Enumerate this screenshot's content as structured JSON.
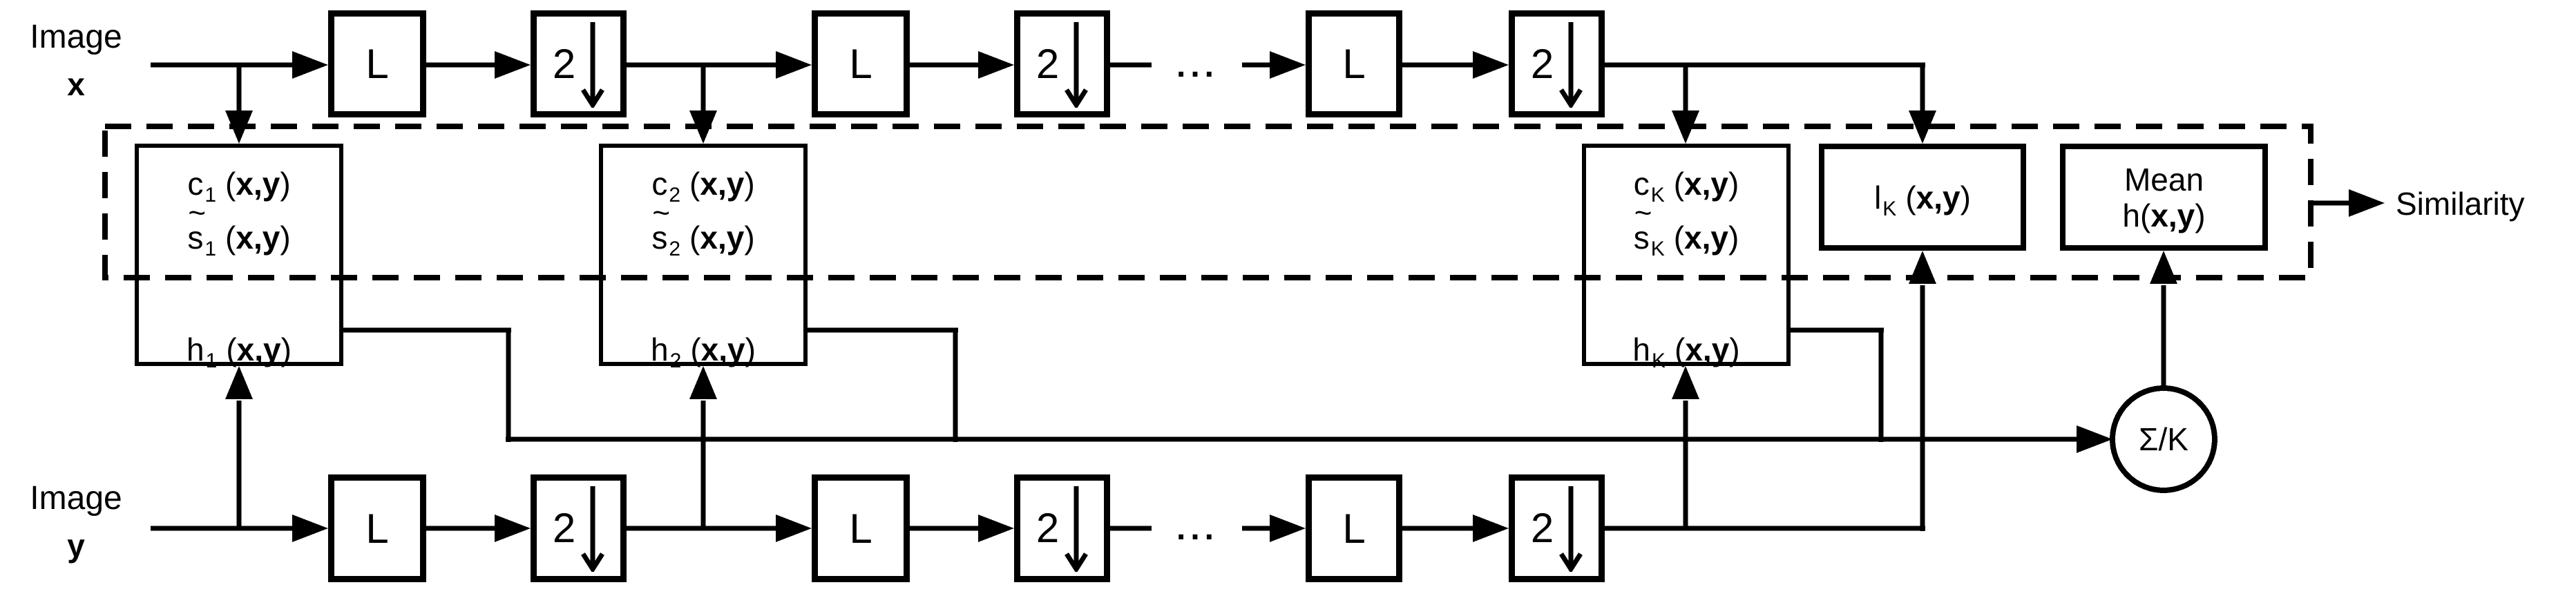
{
  "colors": {
    "ink": "#000000",
    "background": "#ffffff"
  },
  "inputs": {
    "x": {
      "label": "Image",
      "symbol": "x"
    },
    "y": {
      "label": "Image",
      "symbol": "y"
    }
  },
  "blocks": {
    "lowpass_label": "L",
    "downsample_label": "2",
    "downsample_icon": "down-arrow",
    "ellipsis": "...",
    "sum_label": "Σ/K",
    "mean_line1": "Mean",
    "mean_h_pre": "h(",
    "mean_h_bold": "x,y",
    "mean_h_post": ")"
  },
  "scales": [
    {
      "c_base": "c",
      "c_sub": "1",
      "s_tilde": "~",
      "s_base": "s",
      "s_sub": "1",
      "h_base": "h",
      "h_sub": "1",
      "args_pre": "(",
      "args_bold": "x,y",
      "args_post": ")"
    },
    {
      "c_base": "c",
      "c_sub": "2",
      "s_tilde": "~",
      "s_base": "s",
      "s_sub": "2",
      "h_base": "h",
      "h_sub": "2",
      "args_pre": "(",
      "args_bold": "x,y",
      "args_post": ")"
    },
    {
      "c_base": "c",
      "c_sub": "K",
      "s_tilde": "~",
      "s_base": "s",
      "s_sub": "K",
      "h_base": "h",
      "h_sub": "K",
      "args_pre": "(",
      "args_bold": "x,y",
      "args_post": ")"
    }
  ],
  "luminance": {
    "base": "l",
    "sub": "K",
    "args_pre": "(",
    "args_bold": "x,y",
    "args_post": ")"
  },
  "output": {
    "label": "Similarity"
  }
}
